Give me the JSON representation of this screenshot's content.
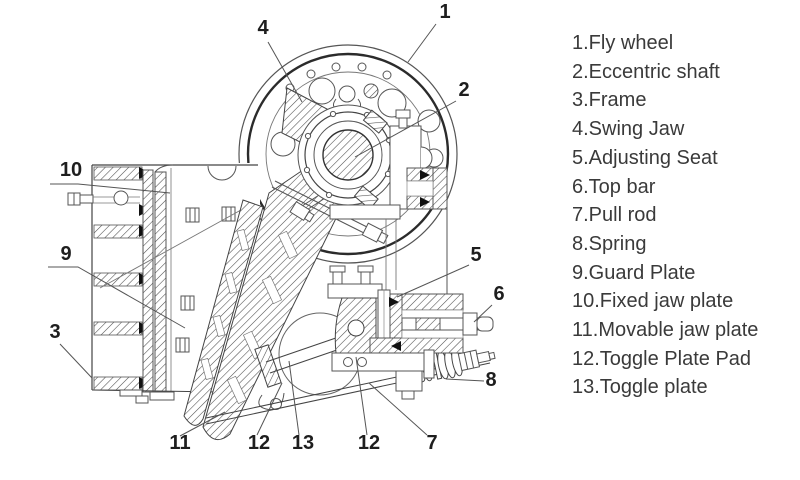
{
  "figure": {
    "name": "jaw crusher sectional diagram",
    "colors": {
      "background": "#ffffff",
      "line": "#2f2f2f",
      "hatch": "#4c4c4c",
      "text": "#3a3a3a"
    }
  },
  "legend": {
    "items": [
      {
        "label": "1.Fly wheel"
      },
      {
        "label": "2.Eccentric shaft"
      },
      {
        "label": "3.Frame"
      },
      {
        "label": "4.Swing Jaw"
      },
      {
        "label": "5.Adjusting Seat"
      },
      {
        "label": "6.Top bar"
      },
      {
        "label": "7.Pull rod"
      },
      {
        "label": "8.Spring"
      },
      {
        "label": "9.Guard Plate"
      },
      {
        "label": "10.Fixed jaw plate"
      },
      {
        "label": "11.Movable jaw plate"
      },
      {
        "label": "12.Toggle Plate Pad"
      },
      {
        "label": "13.Toggle plate"
      }
    ]
  },
  "diagram": {
    "callouts": {
      "c1": "1",
      "c2": "2",
      "c3": "3",
      "c4": "4",
      "c5": "5",
      "c6": "6",
      "c7": "7",
      "c8": "8",
      "c9": "9",
      "c10": "10",
      "c11": "11",
      "c12a": "12",
      "c12b": "12",
      "c13": "13"
    }
  }
}
